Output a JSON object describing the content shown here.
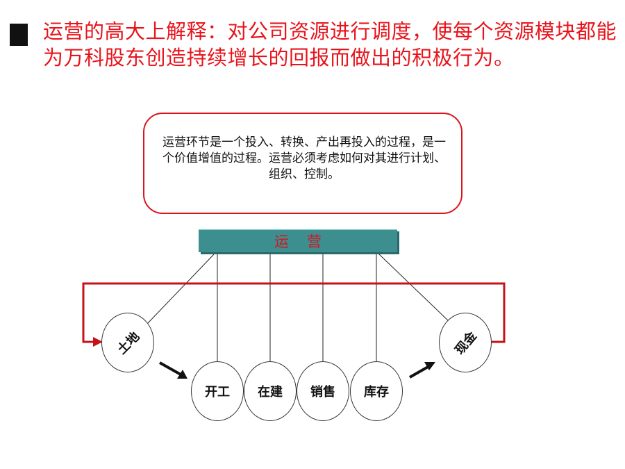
{
  "heading": "运营的高大上解释：对公司资源进行调度，使每个资源模块都能为万科股东创造持续增长的回报而做出的积极行为。",
  "callout": {
    "text": "运营环节是一个投入、转换、产出再投入的过程，是一个价值增值的过程。运营必须考虑如何对其进行计划、组织、控制。"
  },
  "ops_label": "运营",
  "nodes": {
    "land": "土地",
    "start": "开工",
    "building": "在建",
    "sales": "销售",
    "inventory": "库存",
    "cash": "现金"
  },
  "colors": {
    "heading": "#e8141c",
    "accent_red": "#d9141c",
    "ops_bar": "#3c8e8f"
  }
}
